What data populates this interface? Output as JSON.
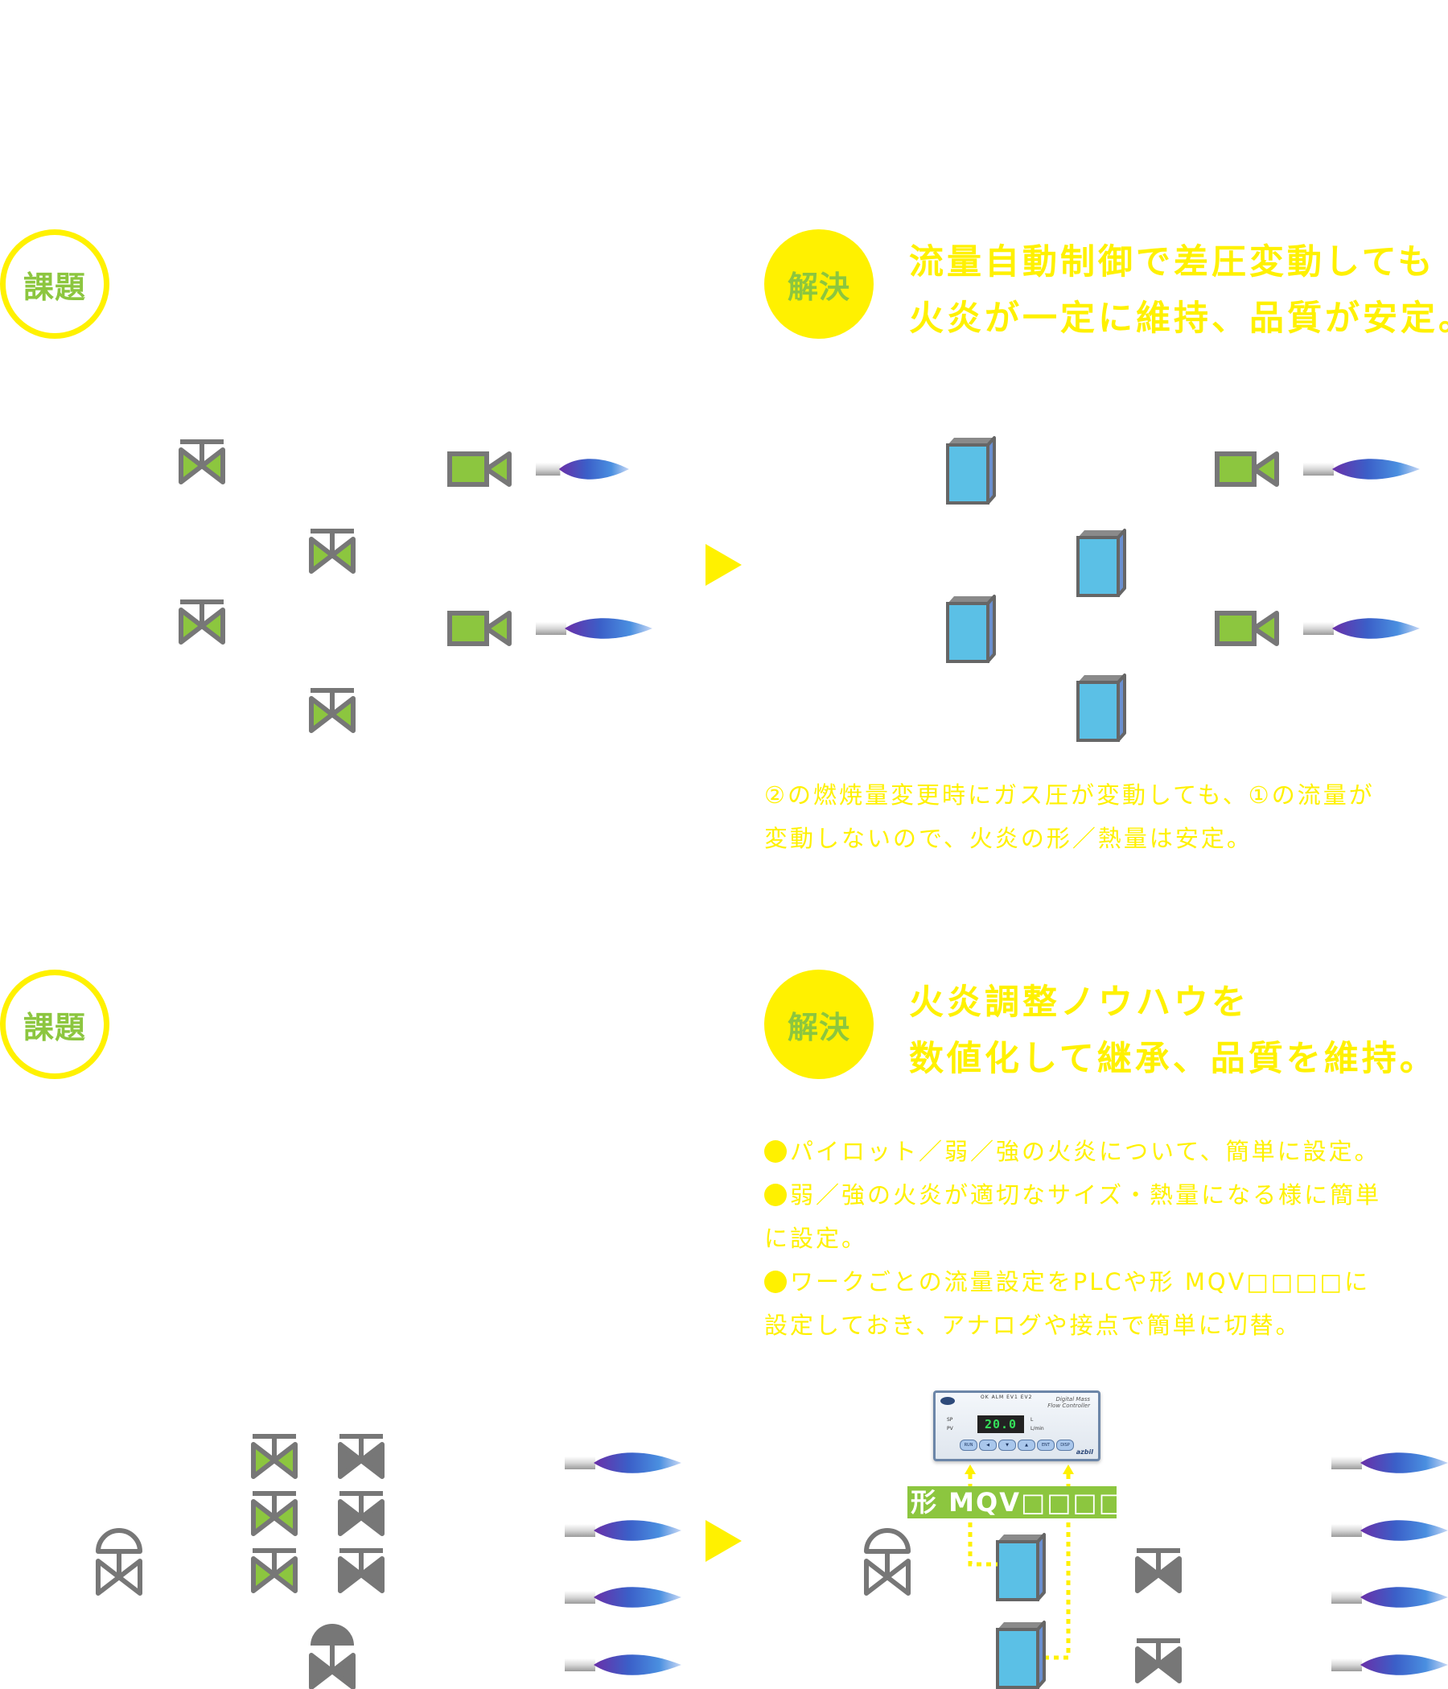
{
  "colors": {
    "accent_yellow": "#fff100",
    "accent_green": "#8cc63f",
    "valve_gray": "#777777",
    "flow_blue": "#5bc0e6"
  },
  "section1": {
    "problem_badge": "課題",
    "solution_badge": "解決",
    "headline": [
      "流量自動制御で差圧変動しても",
      "火炎が一定に維持、品質が安定。"
    ],
    "description": [
      "②の燃焼量変更時にガス圧が変動しても、①の流量が",
      "変動しないので、火炎の形／熱量は安定。"
    ]
  },
  "section2": {
    "problem_badge": "課題",
    "solution_badge": "解決",
    "headline": [
      "火炎調整ノウハウを",
      "数値化して継承、品質を維持。"
    ],
    "bullets": [
      [
        "パイロット／弱／強の火炎について、簡単に設定。"
      ],
      [
        "弱／強の火炎が適切なサイズ・熱量になる様に簡単",
        "に設定。"
      ],
      [
        "ワークごとの流量設定をPLCや形 MQV□□□□に",
        "設定しておき、アナログや接点で簡単に切替。"
      ]
    ],
    "model_label": "形 MQV□□□□",
    "controller": {
      "indicators": "OK  ALM  EV1  EV2",
      "title": "Digital Mass Flow Controller",
      "sp": "SP",
      "pv": "PV",
      "display": "20.0",
      "unit_l": "L",
      "unit_lmin": "L/min",
      "buttons": [
        "RUN",
        "◀",
        "▼",
        "▲",
        "ENT",
        "DISP"
      ],
      "brand": "azbil"
    }
  }
}
